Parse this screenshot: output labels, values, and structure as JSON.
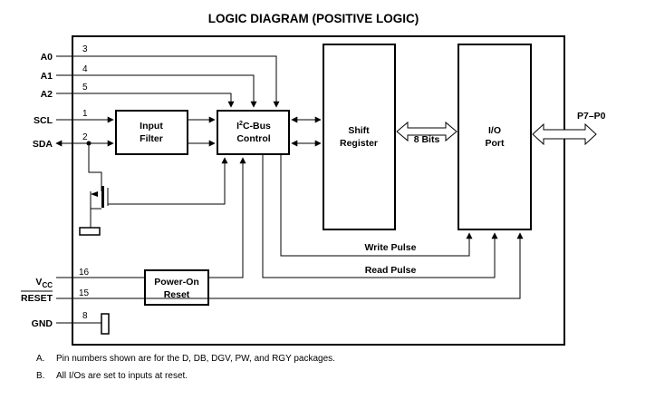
{
  "title": "LOGIC DIAGRAM (POSITIVE LOGIC)",
  "pins": {
    "a0": {
      "name": "A0",
      "number": "3"
    },
    "a1": {
      "name": "A1",
      "number": "4"
    },
    "a2": {
      "name": "A2",
      "number": "5"
    },
    "scl": {
      "name": "SCL",
      "number": "1"
    },
    "sda": {
      "name": "SDA",
      "number": "2"
    },
    "vcc": {
      "name": "V",
      "sub": "CC",
      "number": "16"
    },
    "reset": {
      "name": "RESET",
      "number": "15"
    },
    "gnd": {
      "name": "GND",
      "number": "8"
    },
    "port": {
      "name": "P7–P0"
    }
  },
  "blocks": {
    "input_filter": {
      "line1": "Input",
      "line2": "Filter"
    },
    "i2c_control": {
      "sup": "2",
      "line1_prefix": "I",
      "line1_suffix": "C-Bus",
      "line2": "Control"
    },
    "shift_register": {
      "line1": "Shift",
      "line2": "Register"
    },
    "io_port": {
      "line1": "I/O",
      "line2": "Port"
    },
    "power_on_reset": {
      "line1": "Power-On",
      "line2": "Reset"
    }
  },
  "bus_label": "8 Bits",
  "signals": {
    "write_pulse": "Write Pulse",
    "read_pulse": "Read Pulse"
  },
  "notes": [
    {
      "letter": "A.",
      "text": "Pin numbers shown are for the D, DB, DGV, PW, and RGY packages."
    },
    {
      "letter": "B.",
      "text": "All I/Os are set to inputs at reset."
    }
  ]
}
